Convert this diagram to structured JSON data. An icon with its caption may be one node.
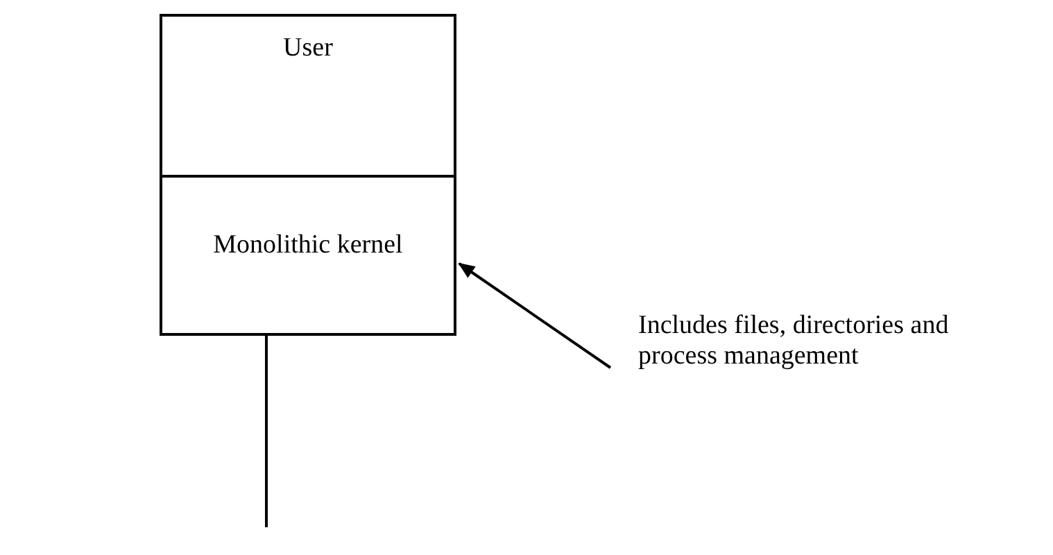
{
  "diagram": {
    "nodes": [
      {
        "text": [
          "User"
        ]
      },
      {
        "text": [
          "Monolithic kernel"
        ]
      },
      {
        "text": [
          "Includes files, directories and process management"
        ]
      }
    ],
    "edges": [
      {
        "from": 2,
        "to": 1,
        "arrow": "to"
      },
      {
        "from": 1,
        "to": null,
        "arrow": "none"
      }
    ]
  }
}
